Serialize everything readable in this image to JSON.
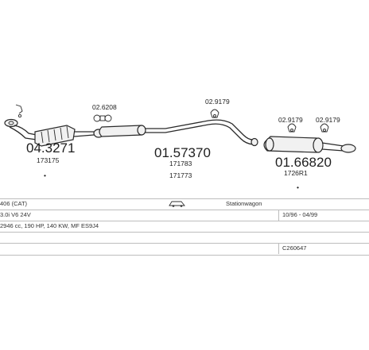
{
  "parts": {
    "p1_number": "04.3271",
    "p1_code": "173175",
    "p1_dot": "•",
    "p2_number": "01.57370",
    "p2_code1": "171783",
    "p2_code2": "171773",
    "p3_number": "01.66820",
    "p3_code": "1726R1",
    "p3_dot": "•"
  },
  "fittings": {
    "f1": "02.6208",
    "f2": "02.9179",
    "f3": "02.9179",
    "f4": "02.9179"
  },
  "table": {
    "r1_model": "406 (CAT)",
    "r1_body": "Stationwagon",
    "r2_engine": "3.0i V6 24V",
    "r2_years": "10/96 - 04/99",
    "r3_spec": "2946 cc, 190 HP, 140 KW, MF ES9J4",
    "r4_id": "C260647"
  }
}
